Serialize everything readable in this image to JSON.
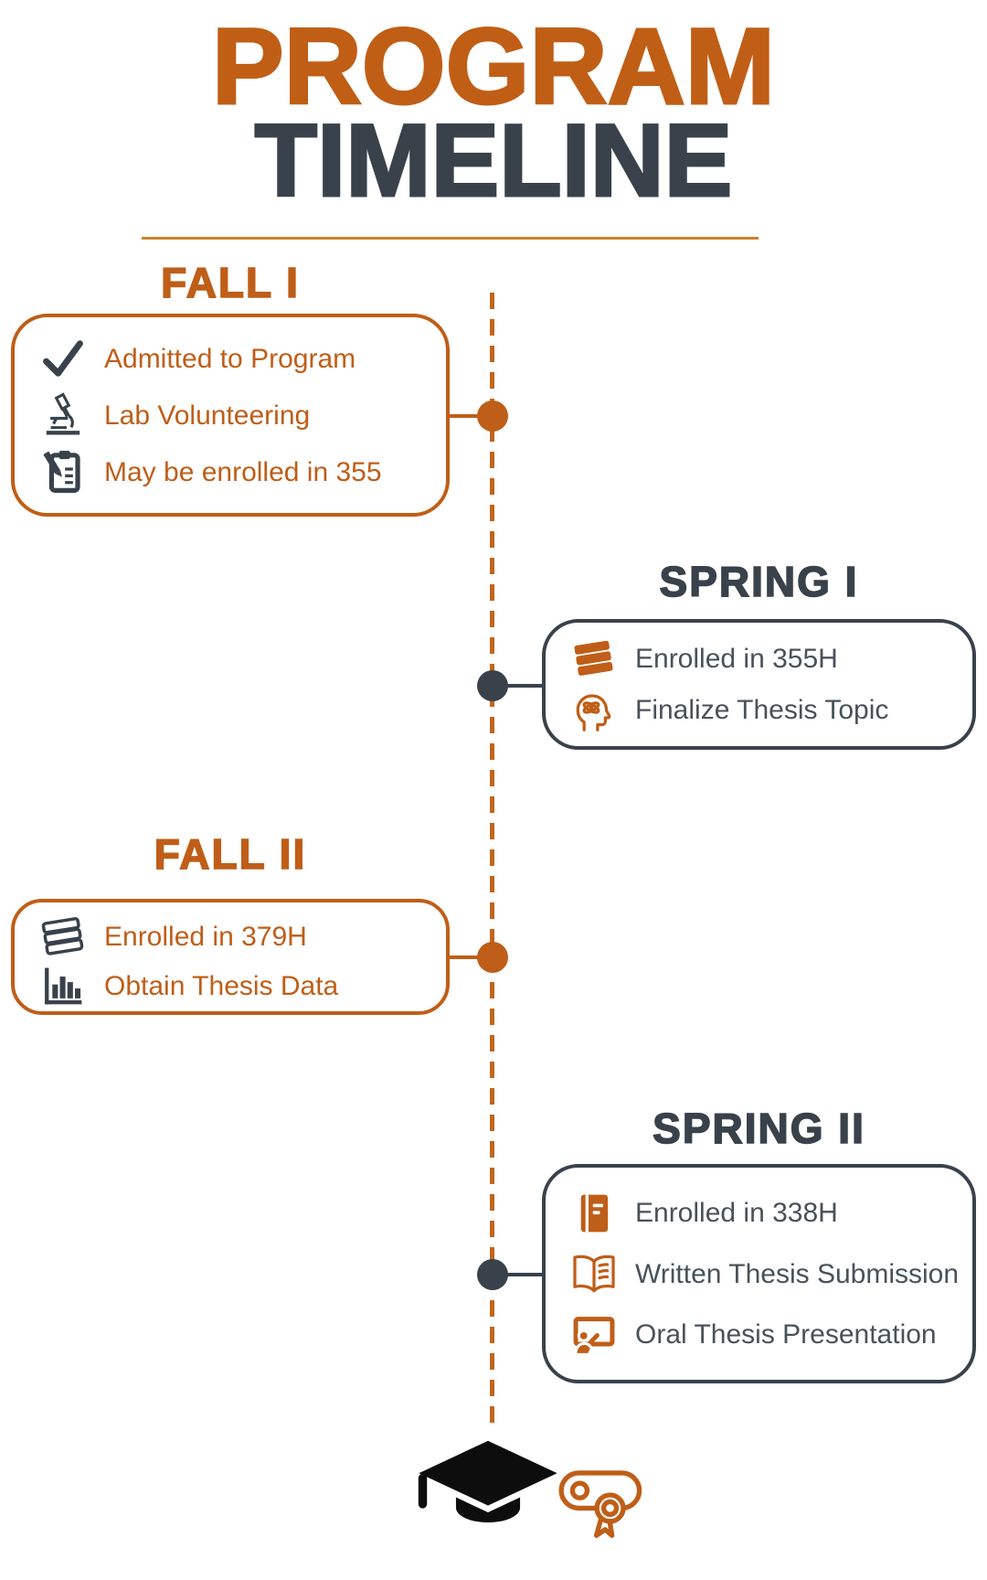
{
  "title": {
    "line1": "PROGRAM",
    "line2": "TIMELINE"
  },
  "colors": {
    "accent_orange": "#bf5e18",
    "accent_slate": "#39424b",
    "body_text_slate": "#49525a",
    "divider_gold": "#c9832e",
    "cap_black": "#0d0d0d"
  },
  "stages": [
    {
      "heading": "FALL I",
      "side": "left",
      "theme": "orange",
      "items": [
        {
          "icon": "check-icon",
          "label": "Admitted to Program"
        },
        {
          "icon": "microscope-icon",
          "label": "Lab Volunteering"
        },
        {
          "icon": "clipboard-pencil-icon",
          "label": "May be enrolled in 355"
        }
      ]
    },
    {
      "heading": "SPRING I",
      "side": "right",
      "theme": "slate",
      "items": [
        {
          "icon": "books-stack-icon",
          "label": "Enrolled in 355H"
        },
        {
          "icon": "head-atom-icon",
          "label": "Finalize Thesis Topic"
        }
      ]
    },
    {
      "heading": "FALL II",
      "side": "left",
      "theme": "orange",
      "items": [
        {
          "icon": "books-stack-outline-icon",
          "label": "Enrolled in 379H"
        },
        {
          "icon": "bar-chart-icon",
          "label": "Obtain Thesis Data"
        }
      ]
    },
    {
      "heading": "SPRING II",
      "side": "right",
      "theme": "slate",
      "items": [
        {
          "icon": "notebook-icon",
          "label": "Enrolled in 338H"
        },
        {
          "icon": "open-book-icon",
          "label": "Written Thesis Submission"
        },
        {
          "icon": "presentation-icon",
          "label": "Oral Thesis Presentation"
        }
      ]
    }
  ],
  "footer": {
    "icons": [
      "graduation-cap-icon",
      "diploma-icon"
    ]
  }
}
